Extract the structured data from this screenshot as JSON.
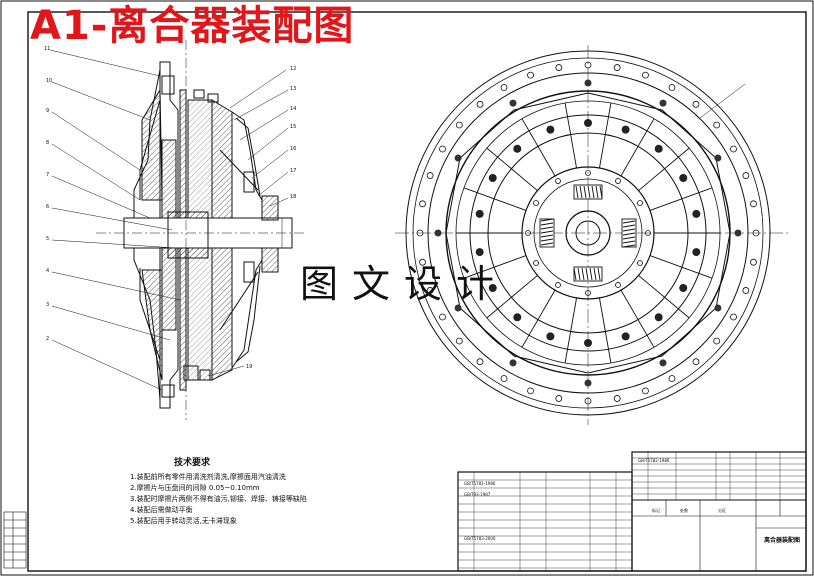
{
  "title": "A1-离合器装配图",
  "watermark": "图文设计",
  "technical_requirements": {
    "heading": "技术要求",
    "items": [
      "1.装配前所有零件用清洗剂清洗,摩擦面用汽油清洗",
      "2.摩擦片与压盘间的间隙 0.05~0.10mm",
      "3.装配时摩擦片两侧不得有油污,铆接、焊接、铸接等缺陷",
      "4.装配后需做动平衡",
      "5.装配后用手转动灵活,无卡滞现象"
    ]
  },
  "title_block": {
    "drawing_name": "离合器装配图",
    "std_codes": [
      "GB/T5781-1986",
      "GB/T93-1987",
      "GB/T5782-1986",
      "GB/T5783-2000"
    ],
    "headers": [
      "标记",
      "处数",
      "分区"
    ]
  },
  "colors": {
    "title_red": "#e0161b",
    "line_black": "#111111",
    "hatch": "#333333"
  }
}
